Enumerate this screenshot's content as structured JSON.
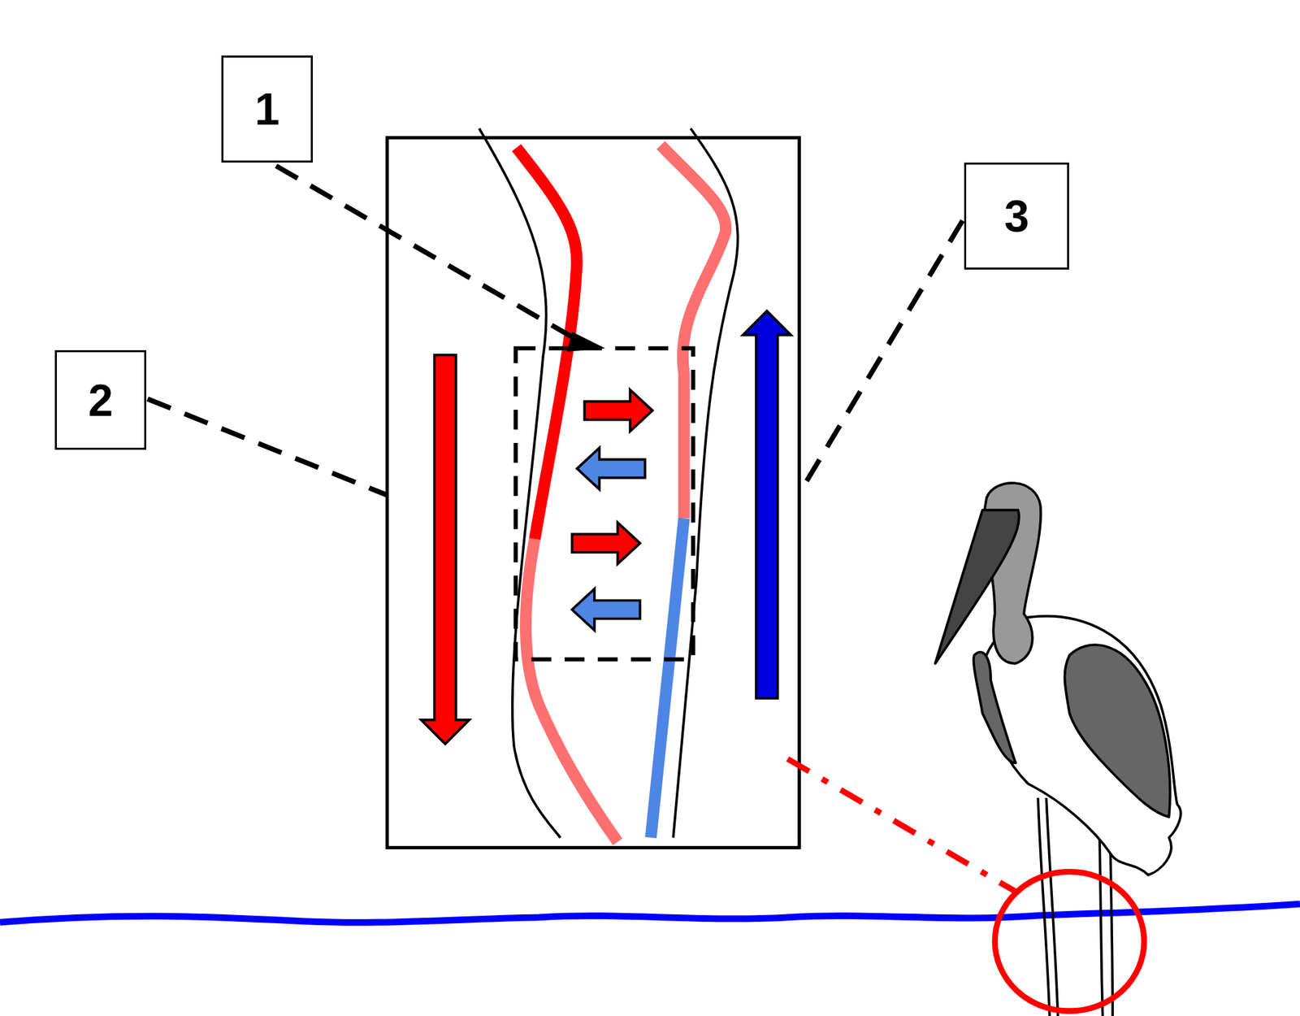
{
  "diagram": {
    "nodes": [
      {
        "text": [
          "1"
        ]
      },
      {
        "text": [
          "3"
        ]
      },
      {
        "text": [
          "2"
        ]
      }
    ]
  }
}
